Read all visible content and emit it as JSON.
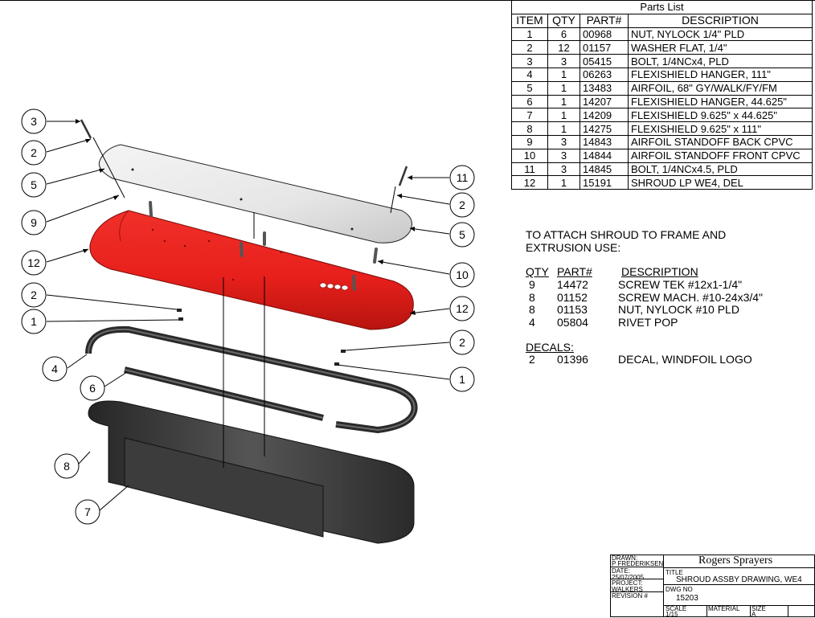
{
  "parts_list": {
    "title": "Parts List",
    "headers": [
      "ITEM",
      "QTY",
      "PART#",
      "DESCRIPTION"
    ],
    "rows": [
      [
        "1",
        "6",
        "00968",
        "NUT, NYLOCK 1/4\" PLD"
      ],
      [
        "2",
        "12",
        "01157",
        "WASHER FLAT, 1/4\""
      ],
      [
        "3",
        "3",
        "05415",
        "BOLT, 1/4NCx4, PLD"
      ],
      [
        "4",
        "1",
        "06263",
        "FLEXISHIELD HANGER, 111\""
      ],
      [
        "5",
        "1",
        "13483",
        "AIRFOIL, 68\" GY/WALK/FY/FM"
      ],
      [
        "6",
        "1",
        "14207",
        "FLEXISHIELD HANGER, 44.625\""
      ],
      [
        "7",
        "1",
        "14209",
        "FLEXISHIELD 9.625\" x 44.625\""
      ],
      [
        "8",
        "1",
        "14275",
        "FLEXISHIELD 9.625\" x 111\""
      ],
      [
        "9",
        "3",
        "14843",
        "AIRFOIL STANDOFF BACK CPVC"
      ],
      [
        "10",
        "3",
        "14844",
        "AIRFOIL STANDOFF FRONT CPVC"
      ],
      [
        "11",
        "3",
        "14845",
        "BOLT, 1/4NCx4.5, PLD"
      ],
      [
        "12",
        "1",
        "15191",
        "SHROUD LP WE4, DEL"
      ]
    ]
  },
  "attach_note": {
    "line1": "TO ATTACH SHROUD TO FRAME AND",
    "line2": "EXTRUSION USE:",
    "headers": [
      "QTY",
      "PART#",
      "DESCRIPTION"
    ],
    "rows": [
      [
        "9",
        "14472",
        "SCREW TEK #12x1-1/4\""
      ],
      [
        "8",
        "01152",
        "SCREW MACH. #10-24x3/4\""
      ],
      [
        "8",
        "01153",
        "NUT, NYLOCK #10 PLD"
      ],
      [
        "4",
        "05804",
        "RIVET POP"
      ]
    ]
  },
  "decals": {
    "heading": "DECALS:",
    "rows": [
      [
        "2",
        "01396",
        "DECAL, WINDFOIL LOGO"
      ]
    ]
  },
  "title_block": {
    "drawn_label": "DRAWN:",
    "drawn_value": "P FREDERIKSEN",
    "date_label": "DATE:",
    "date_value": "25/07/2005",
    "project_label": "PROJECT:",
    "project_value": "WALKERS",
    "revision_label": "REVISION #",
    "company": "Rogers Sprayers",
    "title_label": "TITLE",
    "title_value": "SHROUD ASSBY DRAWING, WE4",
    "dwg_label": "DWG NO",
    "dwg_value": "15203",
    "scale_label": "SCALE",
    "scale_value": "1/15",
    "material_label": "MATERIAL",
    "size_label": "SIZE",
    "size_value": "A"
  },
  "balloons": [
    "3",
    "2",
    "5",
    "9",
    "12",
    "2",
    "1",
    "4",
    "6",
    "8",
    "7",
    "11",
    "2",
    "5",
    "10",
    "12",
    "2",
    "1"
  ],
  "colors": {
    "shroud_red": "#e8201c",
    "airfoil_grey": "#e2e2e2",
    "flexishield": "#4a4a4a",
    "hanger": "#3a3a3a"
  }
}
